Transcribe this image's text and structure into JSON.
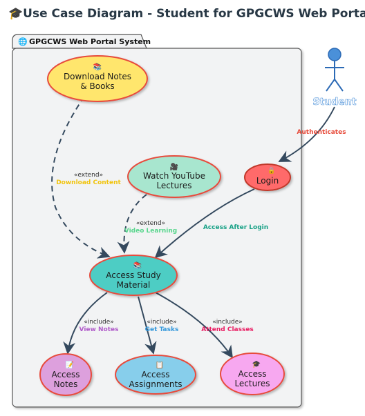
{
  "title": "Use Case Diagram - Student for GPGCWS Web Portal",
  "title_icon": "graduation-cap-icon",
  "system": {
    "label": "GPGCWS Web Portal System",
    "icon": "globe-icon"
  },
  "actor": {
    "label": "Student",
    "color": "#4a90d9"
  },
  "use_cases": {
    "download": {
      "line1": "Download Notes",
      "line2": "& Books",
      "icon": "book-icon",
      "fill": "#ffe66d"
    },
    "youtube": {
      "line1": "Watch YouTube",
      "line2": "Lectures",
      "icon": "video-camera-icon",
      "fill": "#a8e6cf"
    },
    "login": {
      "line1": "Login",
      "icon": "lock-icon",
      "fill": "#ff6b6b"
    },
    "study": {
      "line1": "Access Study",
      "line2": "Material",
      "icon": "books-icon",
      "fill": "#4ecdc4"
    },
    "notes": {
      "line1": "Access",
      "line2": "Notes",
      "icon": "memo-icon",
      "fill": "#dda0dd"
    },
    "assignments": {
      "line1": "Access",
      "line2": "Assignments",
      "icon": "clipboard-icon",
      "fill": "#87ceeb"
    },
    "lectures": {
      "line1": "Access",
      "line2": "Lectures",
      "icon": "graduation-cap-icon",
      "fill": "#f7a8f0"
    }
  },
  "relations": {
    "authenticates": {
      "label": "Authenticates",
      "color": "#e74c3c"
    },
    "access_after_login": {
      "label": "Access After Login",
      "color": "#16a085"
    },
    "extend_download": {
      "stereotype": "«extend»",
      "label": "Download Content",
      "color": "#f1c40f"
    },
    "extend_video": {
      "stereotype": "«extend»",
      "label": "Video Learning",
      "color": "#58d68d"
    },
    "include_notes": {
      "stereotype": "«include»",
      "label": "View Notes",
      "color": "#b05bc9"
    },
    "include_tasks": {
      "stereotype": "«include»",
      "label": "Get Tasks",
      "color": "#3498db"
    },
    "include_classes": {
      "stereotype": "«include»",
      "label": "Attend Classes",
      "color": "#e91e63"
    }
  }
}
